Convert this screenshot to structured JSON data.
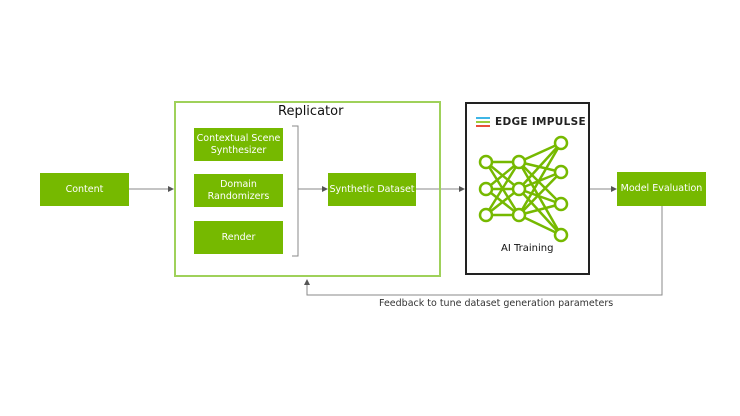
{
  "nodes": {
    "content": "Content",
    "replicator_title": "Replicator",
    "contextual": [
      "Contextual Scene",
      "Synthesizer"
    ],
    "domain": [
      "Domain",
      "Randomizers"
    ],
    "render": "Render",
    "synthetic": "Synthetic Dataset",
    "ai_training": "AI Training",
    "model_eval": "Model Evaluation"
  },
  "brand": {
    "logo_text": "EDGE IMPULSE",
    "logo_icon": "edge-impulse-logo-icon",
    "logo_colors": [
      "#3fb6e6",
      "#9ccc3c",
      "#e8503a"
    ]
  },
  "feedback_label": "Feedback to tune dataset generation parameters",
  "colors": {
    "accent": "#76b900",
    "frame": "#9fd15a",
    "line": "#8a8a8a",
    "ai_border": "#222222"
  }
}
